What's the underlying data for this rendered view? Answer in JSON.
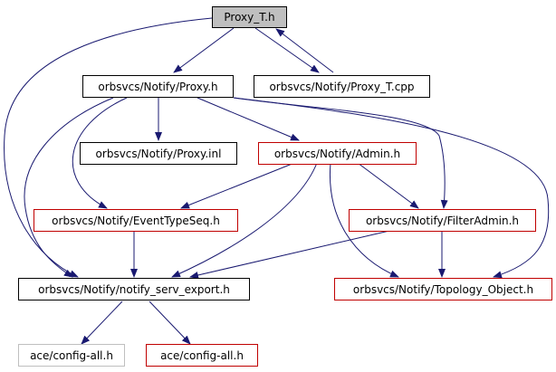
{
  "colors": {
    "edge": "#191970",
    "current_fill": "#bfbfbf",
    "documented_border": "#000000",
    "external_border": "#c00000",
    "undocumented_border": "#bfbfbf"
  },
  "nodes": {
    "proxy_t_h": {
      "label": "Proxy_T.h",
      "kind": "current"
    },
    "proxy_h": {
      "label": "orbsvcs/Notify/Proxy.h",
      "kind": "documented"
    },
    "proxy_t_cpp": {
      "label": "orbsvcs/Notify/Proxy_T.cpp",
      "kind": "documented"
    },
    "proxy_inl": {
      "label": "orbsvcs/Notify/Proxy.inl",
      "kind": "documented"
    },
    "admin_h": {
      "label": "orbsvcs/Notify/Admin.h",
      "kind": "external"
    },
    "eventtypeseq_h": {
      "label": "orbsvcs/Notify/EventTypeSeq.h",
      "kind": "external"
    },
    "filteradmin_h": {
      "label": "orbsvcs/Notify/FilterAdmin.h",
      "kind": "external"
    },
    "notify_serv_export_h": {
      "label": "orbsvcs/Notify/notify_serv_export.h",
      "kind": "documented"
    },
    "topology_object_h": {
      "label": "orbsvcs/Notify/Topology_Object.h",
      "kind": "external"
    },
    "config_all_gray": {
      "label": "ace/config-all.h",
      "kind": "undocumented"
    },
    "config_all_red": {
      "label": "ace/config-all.h",
      "kind": "external"
    }
  }
}
